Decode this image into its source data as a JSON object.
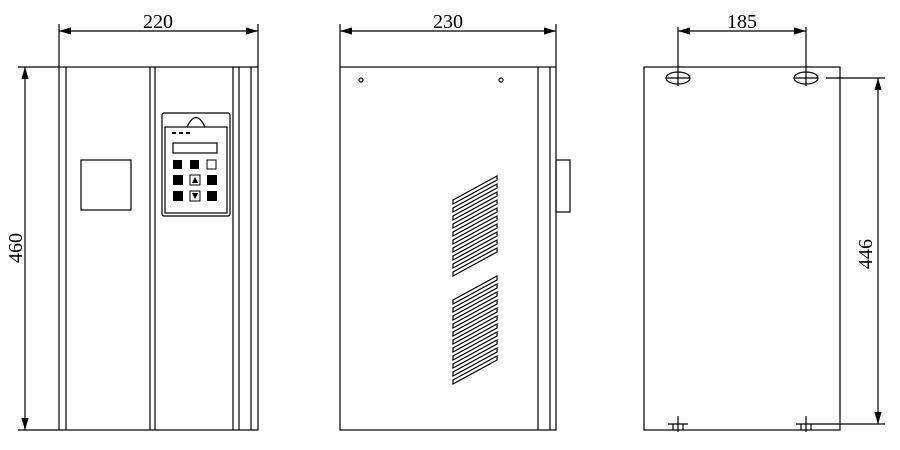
{
  "views": {
    "front": {
      "width_dim": "220",
      "height_dim": "460"
    },
    "side": {
      "width_dim": "230"
    },
    "back": {
      "hole_spacing_dim": "185",
      "hole_height_dim": "446"
    }
  },
  "colors": {
    "line": "#000000",
    "background": "#ffffff"
  }
}
